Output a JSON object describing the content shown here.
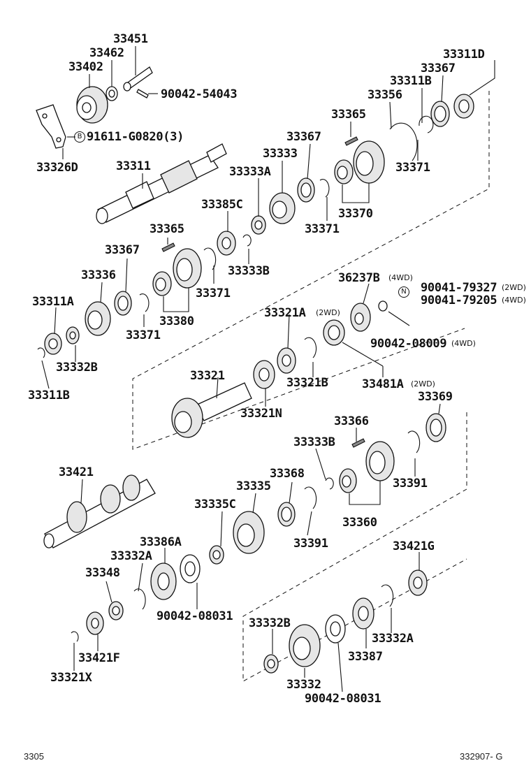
{
  "callouts": {
    "p33451": "33451",
    "p33462": "33462",
    "p33402": "33402",
    "p90042_54043": "90042-54043",
    "p91611": "91611-G0820(3)",
    "p33326D": "33326D",
    "p33311": "33311",
    "p33311D": "33311D",
    "p33367a": "33367",
    "p33311B_top": "33311B",
    "p33356": "33356",
    "p33365a": "33365",
    "p33367b": "33367",
    "p33333": "33333",
    "p33333A": "33333A",
    "p33385C": "33385C",
    "p33371a": "33371",
    "p33371b": "33371",
    "p33370": "33370",
    "p33365b": "33365",
    "p33367c": "33367",
    "p33336": "33336",
    "p33333B_a": "33333B",
    "p33371c": "33371",
    "p33311A": "33311A",
    "p33380": "33380",
    "p33371d": "33371",
    "p33332B_a": "33332B",
    "p33311B_bot": "33311B",
    "p36237B": "36237B",
    "p90041_79327": "90041-79327",
    "p90041_79205": "90041-79205",
    "p33321A": "33321A",
    "p90042_08009": "90042-08009",
    "p33321": "33321",
    "p33321B": "33321B",
    "p33481A": "33481A",
    "p33321N": "33321N",
    "p33369": "33369",
    "p33366": "33366",
    "p33333B_b": "33333B",
    "p33421": "33421",
    "p33368": "33368",
    "p33391a": "33391",
    "p33335": "33335",
    "p33335C": "33335C",
    "p33360": "33360",
    "p33391b": "33391",
    "p33386A": "33386A",
    "p33332A_a": "33332A",
    "p33348": "33348",
    "p90042_08031a": "90042-08031",
    "p33421G": "33421G",
    "p33332B_b": "33332B",
    "p33421F": "33421F",
    "p33321X": "33321X",
    "p33387": "33387",
    "p33332A_b": "33332A",
    "p33332": "33332",
    "p90042_08031b": "90042-08031"
  },
  "notes": {
    "n4wd_a": "(4WD)",
    "n2wd_b": "(2WD)",
    "n4wd_c": "(4WD)",
    "n2wd_a": "(2WD)",
    "n4wd_b": "(4WD)",
    "n2wd_c": "(2WD)"
  },
  "markers": {
    "bolt": "B",
    "nut": "N"
  },
  "footer": {
    "left": "3305",
    "right": "332907- G"
  }
}
